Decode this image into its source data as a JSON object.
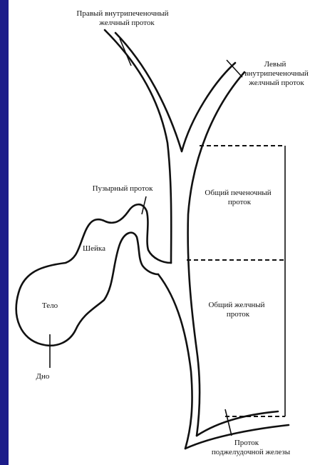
{
  "colors": {
    "background": "#1c1c8a",
    "panel": "#ffffff",
    "ink": "#111111"
  },
  "labels": {
    "right_hepatic_duct": [
      "Правый внутрипеченочный",
      "желчный проток"
    ],
    "left_hepatic_duct": [
      "Левый",
      "внутрипеченочный",
      "желчный проток"
    ],
    "cystic_duct": "Пузырный проток",
    "common_hepatic_duct": [
      "Общий печеночный",
      "проток"
    ],
    "neck": "Шейка",
    "body": "Тело",
    "common_bile_duct": [
      "Общий желчный",
      "проток"
    ],
    "fundus": "Дно",
    "pancreatic_duct": [
      "Проток",
      "поджелудочной железы"
    ]
  }
}
